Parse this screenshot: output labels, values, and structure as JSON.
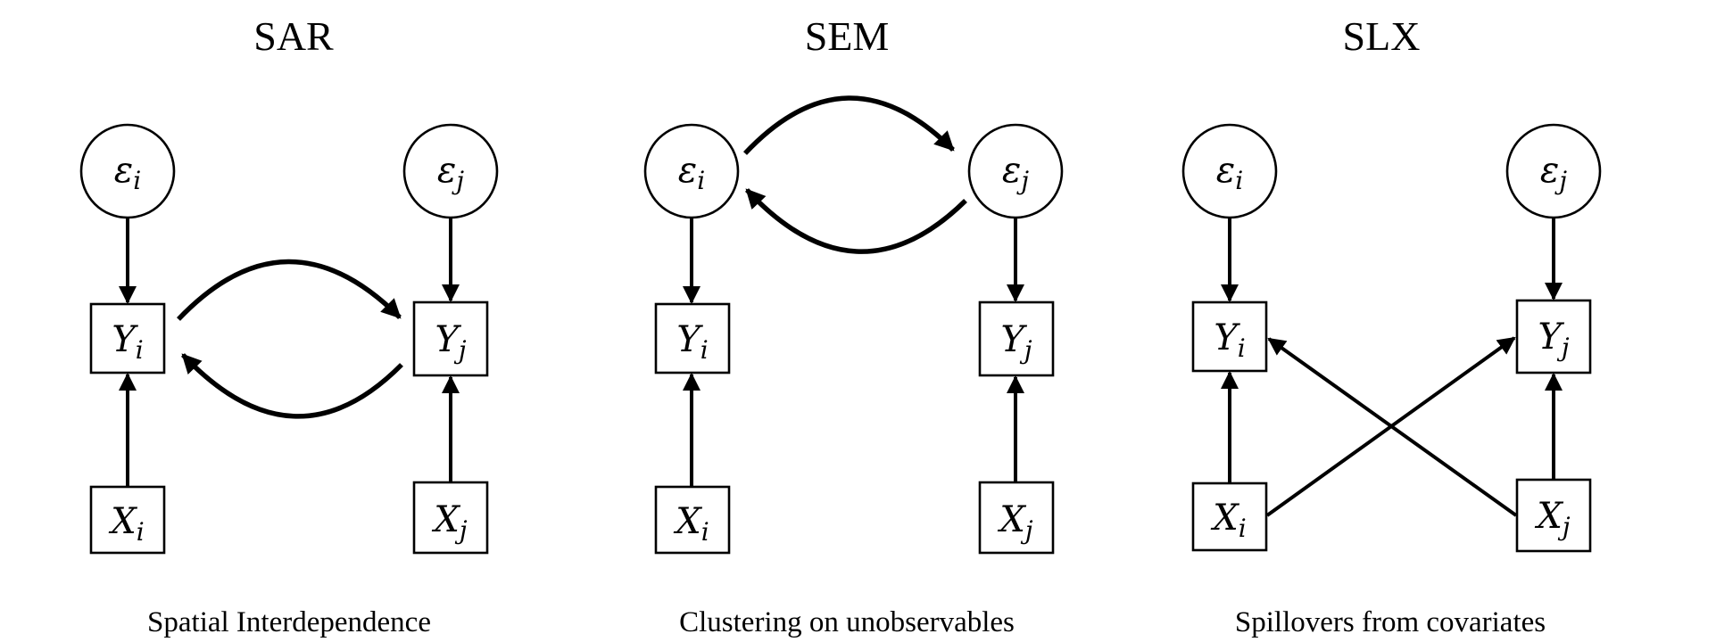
{
  "panels": [
    {
      "id": "sar",
      "title": "SAR",
      "caption": "Spatial Interdependence",
      "nodes": {
        "eps_i": {
          "symbol": "ε",
          "sub": "i"
        },
        "eps_j": {
          "symbol": "ε",
          "sub": "j"
        },
        "y_i": {
          "symbol": "Y",
          "sub": "i"
        },
        "y_j": {
          "symbol": "Y",
          "sub": "j"
        },
        "x_i": {
          "symbol": "X",
          "sub": "i"
        },
        "x_j": {
          "symbol": "X",
          "sub": "j"
        }
      },
      "edges": [
        "eps_i->y_i",
        "eps_j->y_j",
        "x_i->y_i",
        "x_j->y_j",
        "y_i->y_j (curved)",
        "y_j->y_i (curved)"
      ]
    },
    {
      "id": "sem",
      "title": "SEM",
      "caption": "Clustering on unobservables",
      "nodes": {
        "eps_i": {
          "symbol": "ε",
          "sub": "i"
        },
        "eps_j": {
          "symbol": "ε",
          "sub": "j"
        },
        "y_i": {
          "symbol": "Y",
          "sub": "i"
        },
        "y_j": {
          "symbol": "Y",
          "sub": "j"
        },
        "x_i": {
          "symbol": "X",
          "sub": "i"
        },
        "x_j": {
          "symbol": "X",
          "sub": "j"
        }
      },
      "edges": [
        "eps_i->y_i",
        "eps_j->y_j",
        "x_i->y_i",
        "x_j->y_j",
        "eps_i->eps_j (curved)",
        "eps_j->eps_i (curved)"
      ]
    },
    {
      "id": "slx",
      "title": "SLX",
      "caption": "Spillovers from covariates",
      "nodes": {
        "eps_i": {
          "symbol": "ε",
          "sub": "i"
        },
        "eps_j": {
          "symbol": "ε",
          "sub": "j"
        },
        "y_i": {
          "symbol": "Y",
          "sub": "i"
        },
        "y_j": {
          "symbol": "Y",
          "sub": "j"
        },
        "x_i": {
          "symbol": "X",
          "sub": "i"
        },
        "x_j": {
          "symbol": "X",
          "sub": "j"
        }
      },
      "edges": [
        "eps_i->y_i",
        "eps_j->y_j",
        "x_i->y_i",
        "x_j->y_j",
        "x_i->y_j",
        "x_j->y_i"
      ]
    }
  ]
}
